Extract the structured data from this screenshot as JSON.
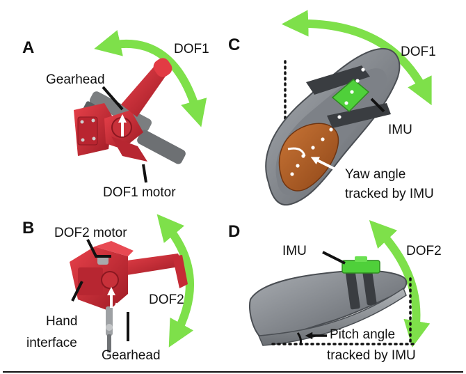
{
  "colors": {
    "arrow_green": "#7ee04a",
    "device_red": "#d42a33",
    "device_red_dark": "#9e1b25",
    "motor_gray": "#7b7e80",
    "shoe_gray": "#8c9096",
    "shoe_gray_dark": "#5c6066",
    "insole_brown": "#b4622a",
    "imu_green": "#4fd03a",
    "leader_black": "#111111"
  },
  "panels": {
    "A": {
      "letter": "A",
      "labels": {
        "dof": "DOF1",
        "gearhead": "Gearhead",
        "motor": "DOF1 motor"
      }
    },
    "B": {
      "letter": "B",
      "labels": {
        "motor": "DOF2 motor",
        "hand_line1": "Hand",
        "hand_line2": "interface",
        "dof": "DOF2",
        "gearhead": "Gearhead"
      }
    },
    "C": {
      "letter": "C",
      "labels": {
        "dof": "DOF1",
        "imu": "IMU",
        "yaw_line1": "Yaw angle",
        "yaw_line2": "tracked by IMU"
      }
    },
    "D": {
      "letter": "D",
      "labels": {
        "imu": "IMU",
        "dof": "DOF2",
        "pitch_line1": "Pitch angle",
        "pitch_line2": "tracked by IMU"
      }
    }
  }
}
